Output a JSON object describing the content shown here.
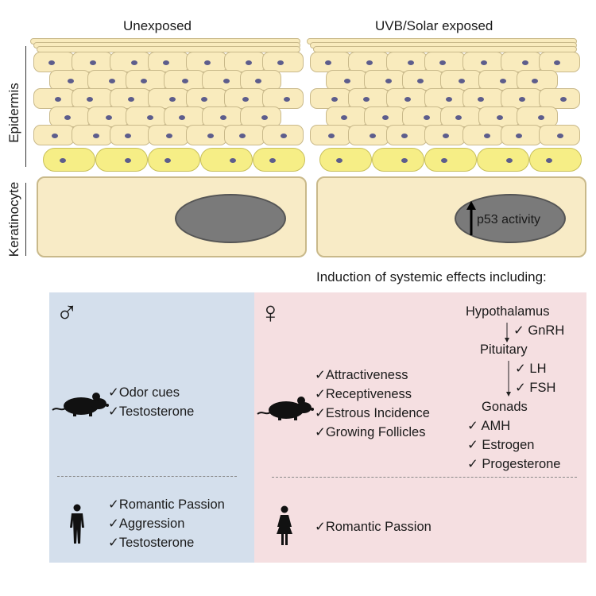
{
  "headers": {
    "left": "Unexposed",
    "right": "UVB/Solar exposed"
  },
  "side_labels": {
    "epidermis": "Epidermis",
    "keratinocyte": "Keratinocyte"
  },
  "keratinocyte_right": {
    "label": "p53 activity"
  },
  "systemic_heading": "Induction of systemic effects including:",
  "male": {
    "symbol": "♂",
    "mouse_items": [
      "✓Odor cues",
      "✓Testosterone"
    ],
    "human_items": [
      "✓Romantic Passion",
      "✓Aggression",
      "✓Testosterone"
    ]
  },
  "female": {
    "symbol": "♀",
    "mouse_items": [
      "✓Attractiveness",
      "✓Receptiveness",
      "✓Estrous Incidence",
      "✓Growing Follicles"
    ],
    "human_items": [
      "✓Romantic Passion"
    ],
    "hormones": {
      "hypothalamus": "Hypothalamus",
      "gnrh": "✓ GnRH",
      "pituitary": "Pituitary",
      "lh": "✓ LH",
      "fsh": "✓ FSH",
      "gonads": "Gonads",
      "amh": "✓ AMH",
      "estrogen": "✓ Estrogen",
      "progesterone": "✓ Progesterone"
    }
  },
  "colors": {
    "cell_fill": "#f9ebbd",
    "basal_fill": "#f6ee86",
    "nucleus": "#5d5d8c",
    "male_panel": "#d4dfec",
    "female_panel": "#f5dfe1"
  }
}
